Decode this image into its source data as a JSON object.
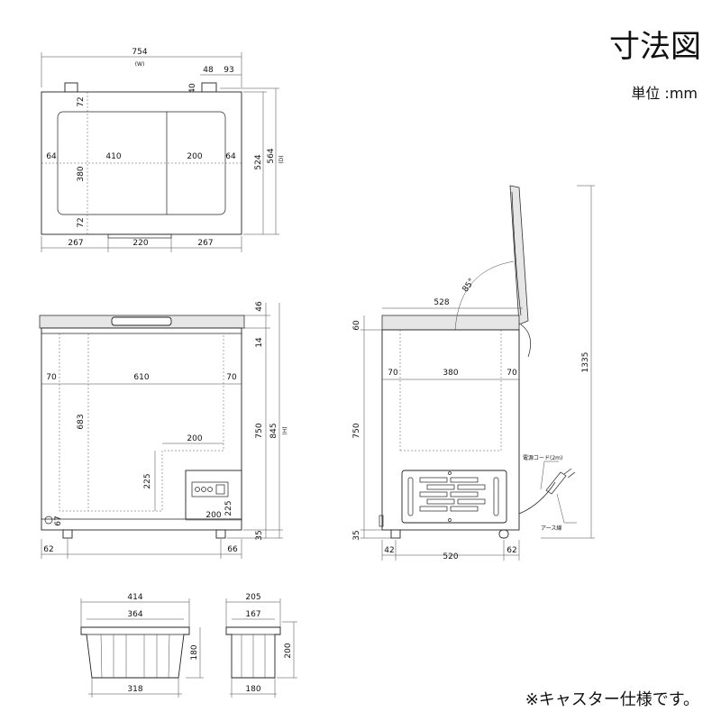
{
  "header": {
    "title": "寸法図",
    "unit": "単位 :mm"
  },
  "footer": {
    "note": "※キャスター仕様です。"
  },
  "top_view": {
    "width_total": "754",
    "width_code": "(W)",
    "pipe_w": "48",
    "pipe_off": "93",
    "pipe_h": "40",
    "depth_inner": "524",
    "depth_total": "564",
    "depth_code": "(D)",
    "margin_top": "72",
    "margin_bottom": "72",
    "lid_depth": "380",
    "left_margin": "64",
    "left_lid": "410",
    "right_lid": "200",
    "right_margin": "64",
    "bottom_left": "267",
    "bottom_mid": "220",
    "bottom_right": "267"
  },
  "front_view": {
    "lid_h": "46",
    "rim_h": "14",
    "left_wall": "70",
    "inner_w": "610",
    "right_wall": "70",
    "inner_h": "683",
    "step_w": "200",
    "step_h": "225",
    "machine_w": "200",
    "machine_h": "225",
    "body_h": "750",
    "total_h": "845",
    "height_code": "(H)",
    "base_gap": "67",
    "caster_h": "35",
    "caster_left": "62",
    "caster_right": "66"
  },
  "side_view": {
    "lid_depth": "528",
    "lid_h": "60",
    "angle": "85°",
    "left_wall": "70",
    "inner_d": "380",
    "right_wall": "70",
    "body_h": "750",
    "open_h": "1335",
    "caster_h": "35",
    "caster_left": "42",
    "depth_total": "520",
    "caster_right": "62",
    "cord_label": "電源コード(2m)",
    "ground_label": "アース線"
  },
  "basket_front": {
    "top_w": "414",
    "mid_w": "364",
    "bottom_w": "318",
    "height": "180"
  },
  "basket_side": {
    "top_w": "205",
    "mid_w": "167",
    "bottom_w": "180",
    "height": "200"
  }
}
